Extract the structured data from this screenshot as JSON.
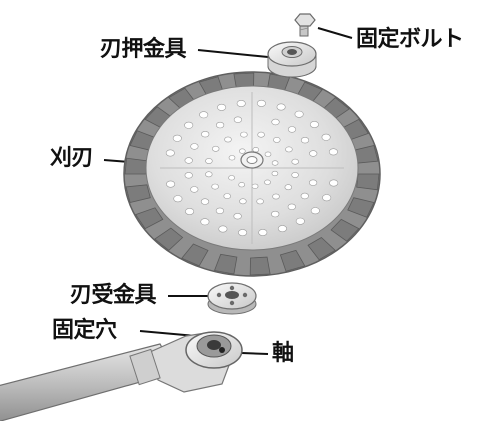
{
  "labels": {
    "blade_holder": "刃押金具",
    "fixing_bolt": "固定ボルト",
    "blade": "刈刃",
    "blade_receiver": "刃受金具",
    "fixing_hole": "固定穴",
    "shaft": "軸"
  },
  "colors": {
    "text": "#111111",
    "leader": "#111111",
    "blade_rim": "#8f8f8f",
    "blade_disc": "#d9d9d9",
    "metal": "#e9e9e9",
    "shaft_pipe": "#c8c8c8"
  }
}
